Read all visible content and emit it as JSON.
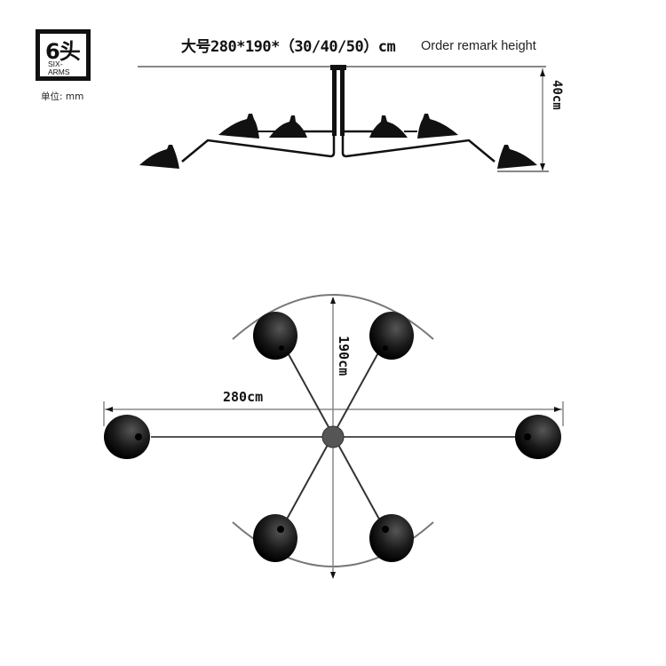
{
  "badge": {
    "main": "6头",
    "sub_line1": "SIX-",
    "sub_line2": "ARMS"
  },
  "unit_label": "单位: mm",
  "title": "大号280*190*（30/40/50）cm",
  "remark": "Order remark height",
  "side_view": {
    "height_label": "40cm",
    "arms": 6
  },
  "top_view": {
    "width_label": "280cm",
    "depth_label": "190cm",
    "lamp_heads": 6
  },
  "colors": {
    "lamp": "#111111",
    "dimension_line": "#888888",
    "text": "#111111"
  }
}
